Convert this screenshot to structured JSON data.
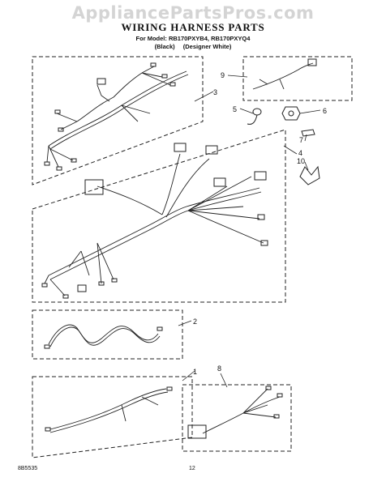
{
  "watermark": "AppliancePartsPros.com",
  "title": "WIRING HARNESS PARTS",
  "model_line": "For Model: RB170PXYB4, RB170PXYQ4",
  "variants": [
    "(Black)",
    "(Designer White)"
  ],
  "callouts": [
    "1",
    "2",
    "3",
    "4",
    "5",
    "6",
    "7",
    "8",
    "9",
    "10"
  ],
  "footer_code": "8B5535",
  "page_number": "12"
}
